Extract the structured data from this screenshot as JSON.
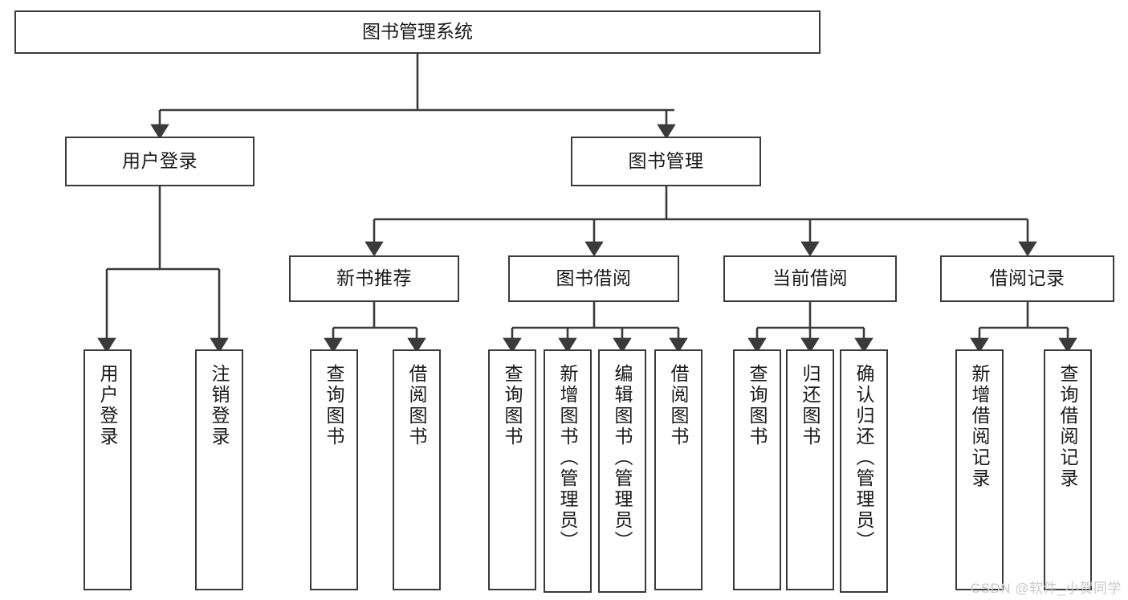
{
  "diagram": {
    "title": "图书管理系统",
    "type": "tree-hierarchy-chart",
    "root": {
      "label": "图书管理系统"
    },
    "level2": [
      {
        "label": "用户登录"
      },
      {
        "label": "图书管理"
      }
    ],
    "level3": [
      {
        "label": "新书推荐"
      },
      {
        "label": "图书借阅"
      },
      {
        "label": "当前借阅"
      },
      {
        "label": "借阅记录"
      }
    ],
    "leaves": {
      "user_login": [
        {
          "label": "用户登录"
        },
        {
          "label": "注销登录"
        }
      ],
      "new_book_recommend": [
        {
          "label": "查询图书"
        },
        {
          "label": "借阅图书"
        }
      ],
      "book_borrow": [
        {
          "label": "查询图书"
        },
        {
          "label": "新增图书（管理员）"
        },
        {
          "label": "编辑图书（管理员）"
        },
        {
          "label": "借阅图书"
        }
      ],
      "current_borrow": [
        {
          "label": "查询图书"
        },
        {
          "label": "归还图书"
        },
        {
          "label": "确认归还（管理员）"
        }
      ],
      "borrow_record": [
        {
          "label": "新增借阅记录"
        },
        {
          "label": "查询借阅记录"
        }
      ]
    }
  },
  "watermark": {
    "text": "CSDN @软件_小贺同学"
  },
  "colors": {
    "box_border": "#3a3a3a",
    "box_fill": "#ffffff",
    "connector": "#3a3a3a",
    "text": "#1a1a1a",
    "watermark": "#c9c9c9",
    "background": "#ffffff"
  }
}
